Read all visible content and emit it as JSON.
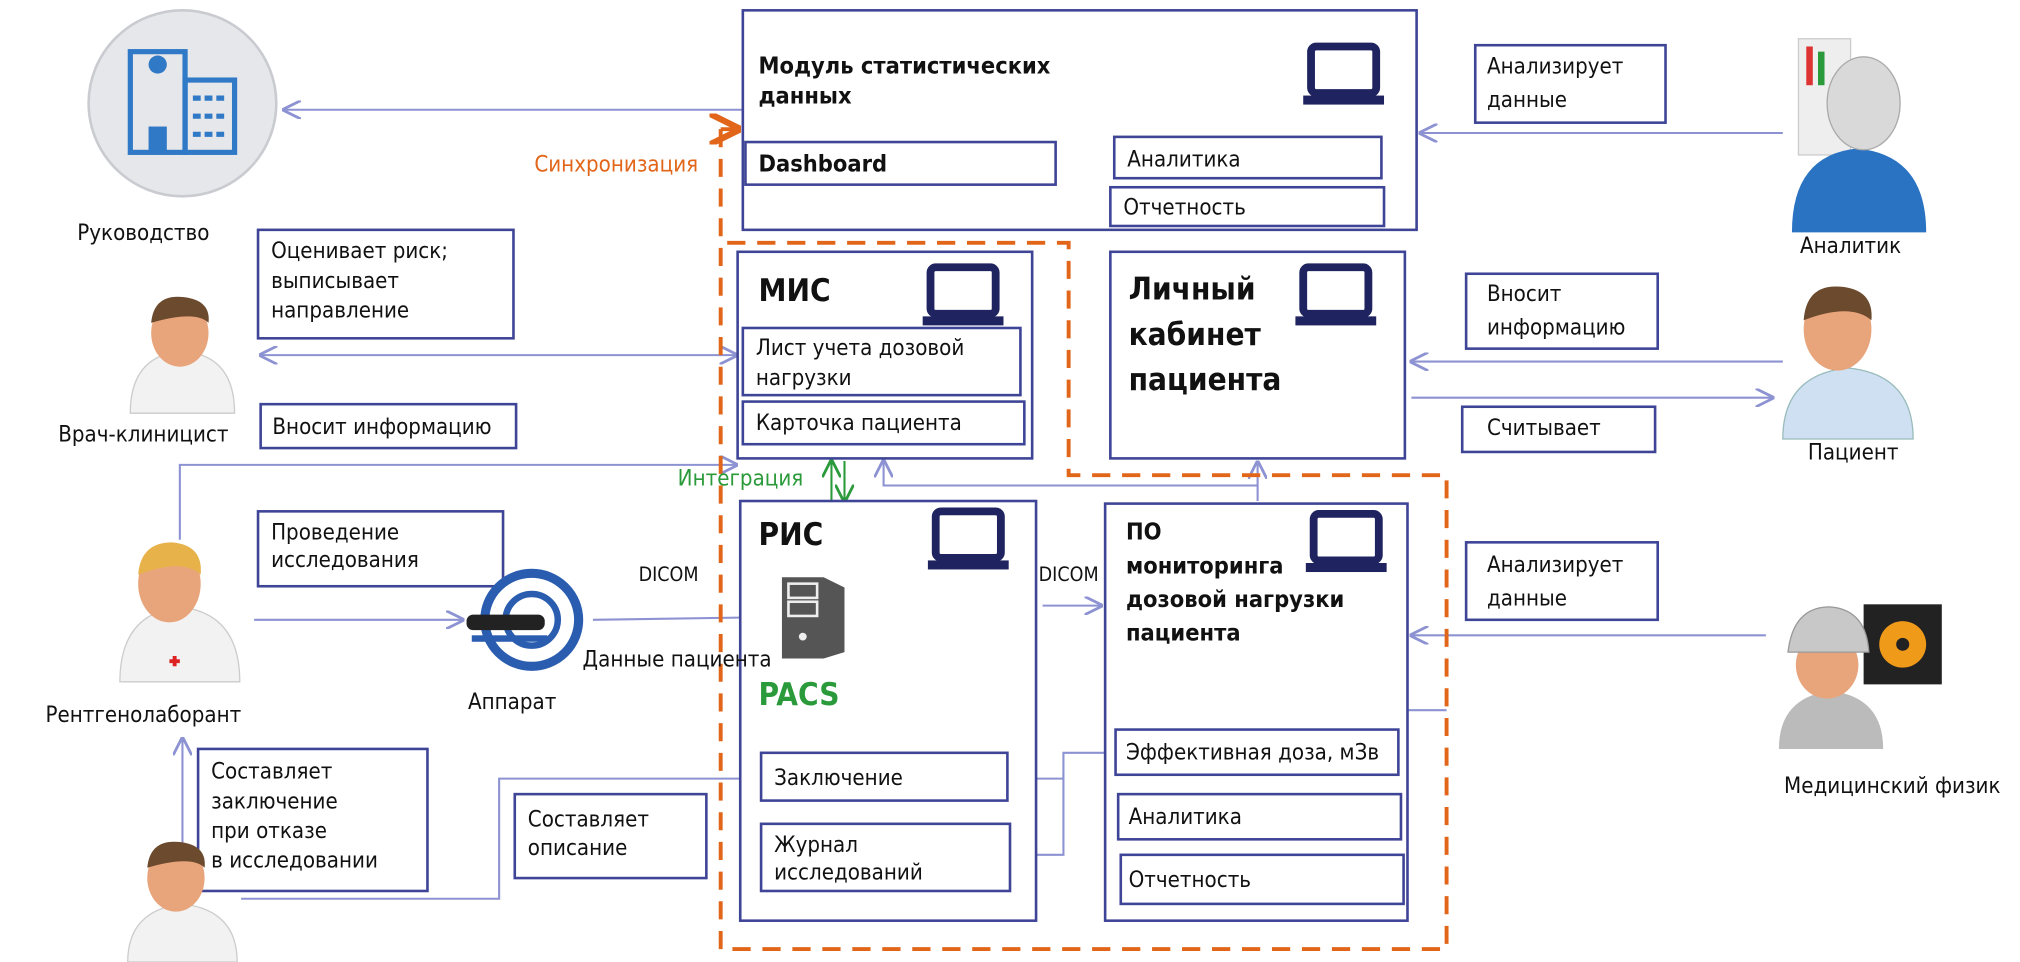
{
  "colors": {
    "box_border": "#3f4596",
    "connector": "#8d92d2",
    "sync_dashed": "#e2661a",
    "integration": "#2a9a3a",
    "laptop": "#1f2460"
  },
  "actors": {
    "management": "Руководство",
    "clinician": "Врач-клиницист",
    "radiographer": "Рентгенолаборант",
    "device": "Аппарат",
    "analyst": "Аналитик",
    "patient": "Пациент",
    "physicist": "Медицинский физик"
  },
  "stat_module": {
    "title": [
      "Модуль статистических",
      "данных"
    ],
    "dashboard": "Dashboard",
    "analytics": "Аналитика",
    "reports": "Отчетность"
  },
  "mis": {
    "title": "МИС",
    "dose_sheet": [
      "Лист учета дозовой",
      "нагрузки"
    ],
    "patient_card": "Карточка пациента"
  },
  "cabinet": {
    "title": [
      "Личный",
      "кабинет",
      "пациента"
    ]
  },
  "ris": {
    "title": "РИС",
    "pacs": "PACS",
    "conclusion": "Заключение",
    "journal": [
      "Журнал",
      "исследований"
    ]
  },
  "monitoring": {
    "title": [
      "ПО",
      "мониторинга",
      "дозовой нагрузки",
      "пациента"
    ],
    "dose": "Эффективная доза, мЗв",
    "analytics": "Аналитика",
    "reports": "Отчетность"
  },
  "labels": {
    "sync": "Синхронизация",
    "integration": "Интеграция",
    "dicom1": "DICOM",
    "dicom2": "DICOM",
    "patient_data": "Данные пациента"
  },
  "notes": {
    "assess": [
      "Оценивает риск;",
      "выписывает",
      "направление"
    ],
    "enter_doc": "Вносит информацию",
    "conduct": [
      "Проведение",
      "исследования"
    ],
    "conclusion_refusal": [
      "Составляет",
      "заключение",
      "при отказе",
      "в исследовании"
    ],
    "describe": [
      "Составляет",
      "описание"
    ],
    "analyst_analyzes": [
      "Анализирует",
      "данные"
    ],
    "patient_enters": [
      "Вносит",
      "информацию"
    ],
    "patient_reads": "Считывает",
    "physicist_analyzes": [
      "Анализирует",
      "данные"
    ]
  }
}
